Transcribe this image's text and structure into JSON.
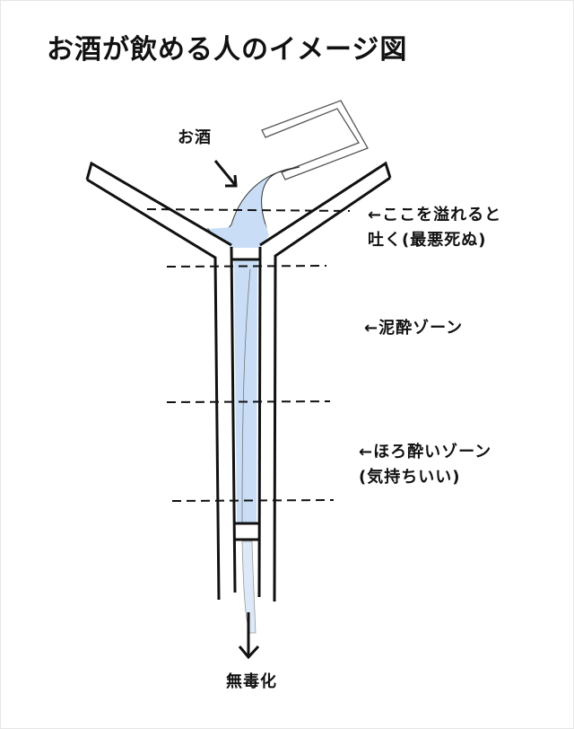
{
  "title": "お酒が飲める人のイメージ図",
  "labels": {
    "sake": "お酒",
    "overflow_line1": "←ここを溢れると",
    "overflow_line2": "吐く(最悪死ぬ)",
    "deidei_zone": "←泥酔ゾーン",
    "horoyoi_line1": "←ほろ酔いゾーン",
    "horoyoi_line2": "(気持ちいい)",
    "detox": "無毒化"
  },
  "colors": {
    "liquid": "#c9def6",
    "stroke": "#111111",
    "background": "#ffffff"
  }
}
